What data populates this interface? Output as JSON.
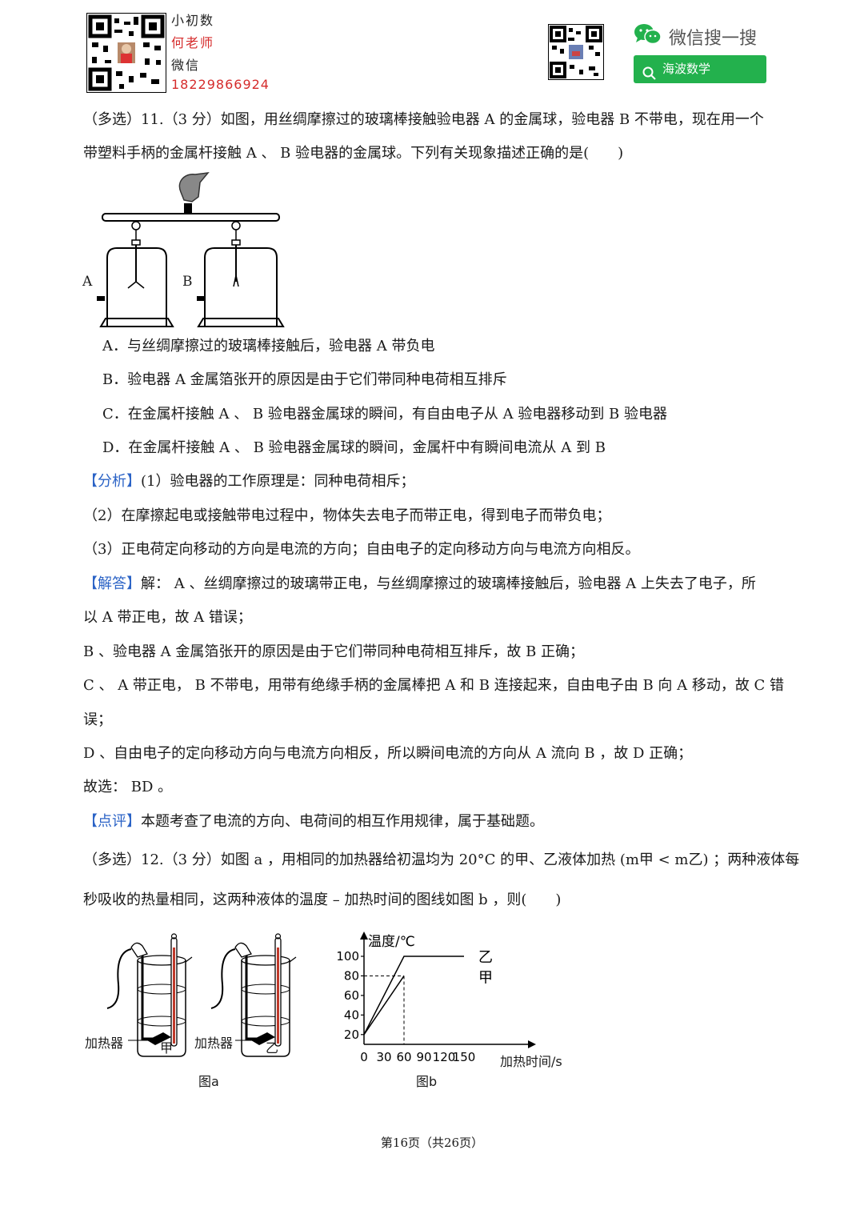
{
  "header": {
    "handwritten": [
      "小初数",
      "何老师",
      "微信",
      "18229866924"
    ],
    "wechat_title": "微信搜一搜",
    "search_label": "海波数学"
  },
  "q11": {
    "line1": "（多选）11.（3 分）如图，用丝绸摩擦过的玻璃棒接触验电器 A 的金属球，验电器 B 不带电，现在用一个",
    "line2": "带塑料手柄的金属杆接触 A 、 B 验电器的金属球。下列有关现象描述正确的是(　　)",
    "figure_labels": {
      "a": "A",
      "b": "B"
    },
    "options": [
      "A．与丝绸摩擦过的玻璃棒接触后，验电器 A 带负电",
      "B．验电器 A 金属箔张开的原因是由于它们带同种电荷相互排斥",
      "C．在金属杆接触 A 、 B 验电器金属球的瞬间，有自由电子从 A 验电器移动到 B 验电器",
      "D．在金属杆接触 A 、 B 验电器金属球的瞬间，金属杆中有瞬间电流从 A 到 B"
    ],
    "analysis_tag": "【分析】",
    "analysis": [
      "(1）验电器的工作原理是：同种电荷相斥；",
      "（2）在摩擦起电或接触带电过程中，物体失去电子而带正电，得到电子而带负电；",
      "（3）正电荷定向移动的方向是电流的方向；自由电子的定向移动方向与电流方向相反。"
    ],
    "answer_tag": "【解答】",
    "answer": [
      "解： A 、丝绸摩擦过的玻璃带正电，与丝绸摩擦过的玻璃棒接触后，验电器 A 上失去了电子，所",
      "以 A 带正电，故 A 错误；",
      "B 、验电器 A 金属箔张开的原因是由于它们带同种电荷相互排斥，故 B 正确；",
      "C 、 A 带正电， B 不带电，用带有绝缘手柄的金属棒把 A 和 B 连接起来，自由电子由 B 向 A 移动，故 C 错",
      "误；",
      "D 、自由电子的定向移动方向与电流方向相反，所以瞬间电流的方向从 A 流向 B ，故 D 正确；",
      "故选： BD 。"
    ],
    "comment_tag": "【点评】",
    "comment": "本题考查了电流的方向、电荷间的相互作用规律，属于基础题。"
  },
  "q12": {
    "line1": "（多选）12.（3 分）如图 a ，用相同的加热器给初温均为 20°C 的甲、乙液体加热 (m甲 < m乙) ；两种液体每",
    "line2": "秒吸收的热量相同，这两种液体的温度 – 加热时间的图线如图 b ，则(　　)",
    "fig_a": {
      "heater": "加热器",
      "liquid1": "甲",
      "liquid2": "乙",
      "caption": "图a"
    },
    "fig_b": {
      "ylabel": "温度/℃",
      "xlabel": "加热时间/s",
      "caption": "图b",
      "series1": "乙",
      "series2": "甲"
    }
  },
  "chart_data": {
    "type": "line",
    "ylabel": "温度/℃",
    "xlabel": "加热时间/s",
    "x_ticks": [
      0,
      30,
      60,
      90,
      120,
      150
    ],
    "y_ticks": [
      20,
      40,
      60,
      80,
      100
    ],
    "series": [
      {
        "name": "乙",
        "x": [
          0,
          60,
          150
        ],
        "y": [
          20,
          100,
          100
        ]
      },
      {
        "name": "甲",
        "x": [
          0,
          60
        ],
        "y": [
          20,
          80
        ]
      }
    ],
    "reference_lines": {
      "y": 80,
      "x": 60
    }
  },
  "footer": "第16页（共26页）"
}
